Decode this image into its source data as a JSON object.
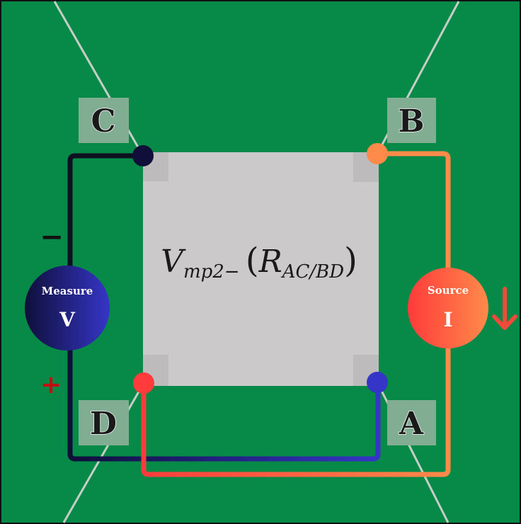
{
  "colors": {
    "board": "#078a48",
    "sample": "#cbc9ca",
    "contact_pad": "#bdbbbc",
    "label_box": "#81ad93",
    "diagonal": "#c6cdc6",
    "voltmeter_dark": "#0f0f3a",
    "voltmeter_light": "#3535c8",
    "source_red": "#ff3b3b",
    "source_orange": "#ff8a4a",
    "arrow": "#f04a3a",
    "minus_sign": "#111111",
    "plus_sign": "#c01010"
  },
  "corners": {
    "a": "A",
    "b": "B",
    "c": "C",
    "d": "D"
  },
  "voltmeter": {
    "title": "Measure",
    "symbol": "V",
    "minus": "−",
    "plus": "+"
  },
  "current_source": {
    "title": "Source",
    "symbol": "I",
    "arrow": "down-arrow-icon"
  },
  "formula": {
    "main": "V",
    "sub": "mp2−",
    "open": "(",
    "r": "R",
    "r_sub": "AC/BD",
    "close": ")"
  }
}
